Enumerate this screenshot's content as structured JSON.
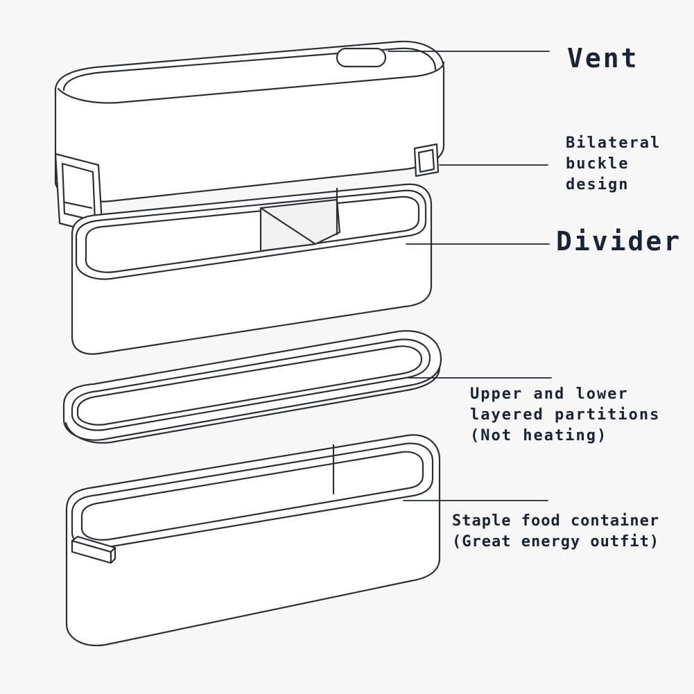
{
  "labels": {
    "vent": "Vent",
    "buckle": [
      "Bilateral",
      "buckle",
      "design"
    ],
    "divider": "Divider",
    "partitions": [
      "Upper and lower",
      "layered partitions",
      "(Not heating)"
    ],
    "container": [
      "Staple food container",
      "(Great energy outfit)"
    ]
  },
  "colors": {
    "background": "#f7f7f7",
    "stroke": "#2a2f36",
    "label_text": "#1a2333",
    "fill": "#ffffff"
  }
}
